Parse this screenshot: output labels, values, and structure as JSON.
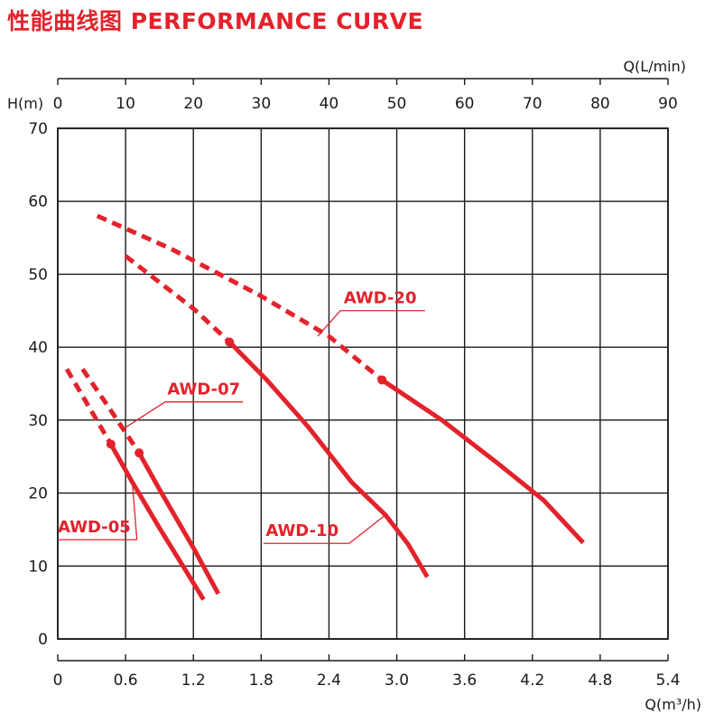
{
  "page": {
    "title": "性能曲线图 PERFORMANCE CURVE"
  },
  "colors": {
    "curve": "#e3222b",
    "grid": "#1a1a1a",
    "text": "#1a1a1a",
    "title": "#e3222b"
  },
  "chart_data": {
    "type": "line",
    "title": "性能曲线图 PERFORMANCE CURVE",
    "xlabel": "Q(m³/h)",
    "x2label": "Q(L/min)",
    "ylabel": "H(m)",
    "xlim": [
      0,
      5.4
    ],
    "x2lim": [
      0,
      90
    ],
    "ylim": [
      0,
      70
    ],
    "x_ticks": [
      "0",
      "0.6",
      "1.2",
      "1.8",
      "2.4",
      "3.0",
      "3.6",
      "4.2",
      "4.8",
      "5.4"
    ],
    "x2_ticks": [
      "0",
      "10",
      "20",
      "30",
      "40",
      "50",
      "60",
      "70",
      "80",
      "90"
    ],
    "y_ticks": [
      "0",
      "10",
      "20",
      "30",
      "40",
      "50",
      "60",
      "70"
    ],
    "grid": true,
    "series": [
      {
        "name": "AWD-05",
        "dashed": [
          [
            0.08,
            37.0
          ],
          [
            0.47,
            26.7
          ]
        ],
        "solid": [
          [
            0.47,
            26.7
          ],
          [
            0.66,
            21.5
          ],
          [
            0.9,
            15.2
          ],
          [
            1.1,
            10.2
          ],
          [
            1.29,
            5.4
          ]
        ],
        "point": [
          0.47,
          26.7
        ]
      },
      {
        "name": "AWD-07",
        "dashed": [
          [
            0.22,
            37.0
          ],
          [
            0.44,
            32.0
          ],
          [
            0.72,
            25.5
          ]
        ],
        "solid": [
          [
            0.72,
            25.5
          ],
          [
            0.9,
            20.5
          ],
          [
            1.2,
            12.5
          ],
          [
            1.42,
            6.2
          ]
        ],
        "point": [
          0.72,
          25.5
        ]
      },
      {
        "name": "AWD-10",
        "dashed": [
          [
            0.6,
            52.5
          ],
          [
            1.2,
            45.3
          ],
          [
            1.52,
            40.7
          ]
        ],
        "solid": [
          [
            1.52,
            40.7
          ],
          [
            1.85,
            35.5
          ],
          [
            2.22,
            29.0
          ],
          [
            2.6,
            21.5
          ],
          [
            2.9,
            17.0
          ],
          [
            3.1,
            13.0
          ],
          [
            3.27,
            8.5
          ]
        ],
        "point": [
          1.52,
          40.7
        ]
      },
      {
        "name": "AWD-20",
        "dashed": [
          [
            0.35,
            58.0
          ],
          [
            1.0,
            53.5
          ],
          [
            1.8,
            47.0
          ],
          [
            2.4,
            41.5
          ],
          [
            2.87,
            35.5
          ]
        ],
        "solid": [
          [
            2.87,
            35.5
          ],
          [
            3.4,
            30.0
          ],
          [
            3.9,
            24.0
          ],
          [
            4.3,
            19.0
          ],
          [
            4.65,
            13.2
          ]
        ],
        "point": [
          2.87,
          35.5
        ]
      }
    ],
    "annotations": [
      {
        "label": "AWD-20",
        "series": "AWD-20",
        "text_at": [
          2.53,
          46.0
        ],
        "underline": [
          [
            2.5,
            45.0
          ],
          [
            3.25,
            45.0
          ]
        ],
        "pointer": [
          [
            2.5,
            45.0
          ],
          [
            2.3,
            41.5
          ]
        ]
      },
      {
        "label": "AWD-07",
        "series": "AWD-07",
        "text_at": [
          0.97,
          33.5
        ],
        "underline": [
          [
            0.95,
            32.5
          ],
          [
            1.64,
            32.5
          ]
        ],
        "pointer": [
          [
            0.95,
            32.5
          ],
          [
            0.58,
            28.8
          ]
        ]
      },
      {
        "label": "AWD-05",
        "series": "AWD-05",
        "text_at": [
          0.0,
          14.6
        ],
        "underline": [
          [
            0.0,
            13.6
          ],
          [
            0.7,
            13.6
          ]
        ],
        "pointer": [
          [
            0.7,
            13.6
          ],
          [
            0.66,
            21.5
          ]
        ]
      },
      {
        "label": "AWD-10",
        "series": "AWD-10",
        "text_at": [
          1.84,
          14.1
        ],
        "underline": [
          [
            1.82,
            13.1
          ],
          [
            2.58,
            13.1
          ]
        ],
        "pointer": [
          [
            2.58,
            13.1
          ],
          [
            2.9,
            17.0
          ]
        ]
      }
    ]
  }
}
